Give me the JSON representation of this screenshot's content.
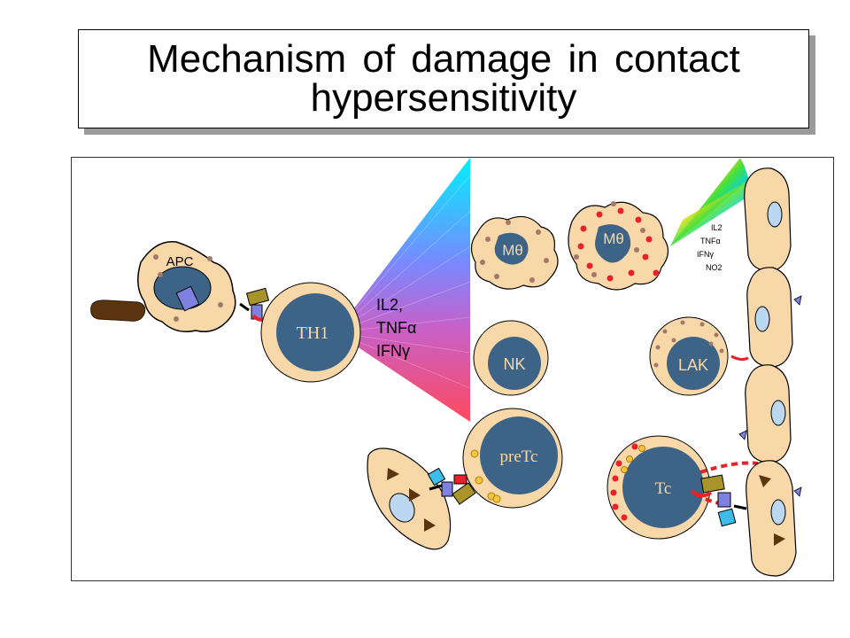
{
  "title": "Mechanism of damage in contact\nhypersensitivity",
  "labels": {
    "apc": "APC",
    "th1": "TH1",
    "cytokines_main": [
      "IL2,",
      "TNFα",
      "IFNγ"
    ],
    "macrophage_1": "Mθ",
    "macrophage_2": "Mθ",
    "nk": "NK",
    "lak": "LAK",
    "pretc": "preTc",
    "tc": "Tc",
    "cytokines_small": [
      "IL2",
      "TNFα",
      "IFNγ",
      "NO2"
    ]
  },
  "colors": {
    "cell_fill": "#f8d8a8",
    "nucleus": "#3d6487",
    "target_nucleus": "#bcd8f0",
    "fragment": "#5a3510",
    "granule_red": "#e8212a",
    "granule_brown": "#a5786a",
    "receptor_purple": "#8080e0",
    "receptor_cyan": "#3cbce8",
    "receptor_olive": "#a89428"
  }
}
